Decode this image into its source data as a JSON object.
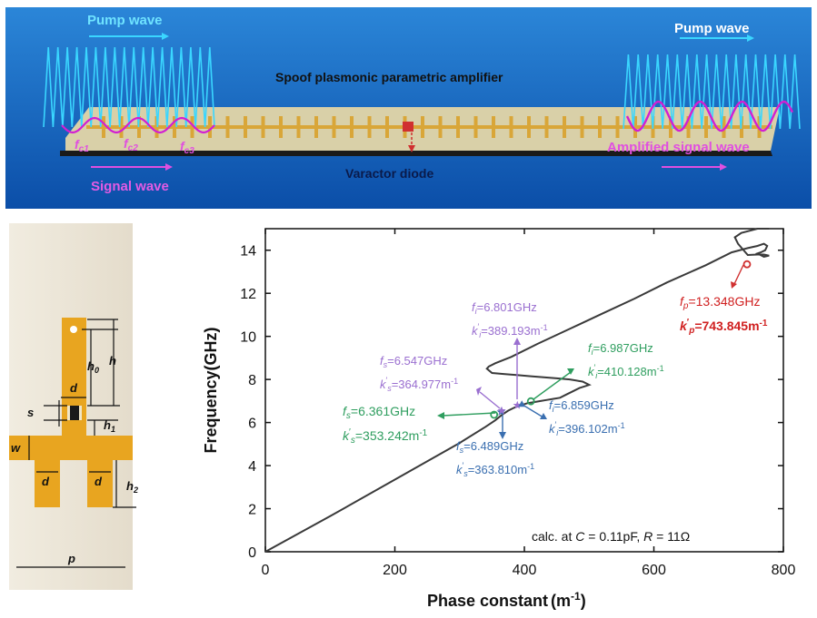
{
  "top_panel": {
    "title": "Spoof plasmonic parametric amplifier",
    "pump_left": "Pump wave",
    "pump_right": "Pump wave",
    "signal_wave": "Signal wave",
    "amplified": "Amplified signal wave",
    "varactor": "Varactor diode",
    "fc1": "c1",
    "fc2": "c2",
    "fc3": "c3",
    "f_letter": "f",
    "colors": {
      "bg_top": "#1d6fc6",
      "bg_bottom": "#0a4da8",
      "pump": "#3ad6ff",
      "signal": "#d21fd2",
      "strip": "#d8cfa6",
      "gold": "#d9a638"
    }
  },
  "unit_cell": {
    "labels": {
      "h0": "h",
      "h0_sub": "0",
      "h": "h",
      "d_top": "d",
      "s": "s",
      "h1": "h",
      "h1_sub": "1",
      "w": "w",
      "d_left": "d",
      "d_right": "d",
      "h2": "h",
      "h2_sub": "2",
      "p": "p"
    }
  },
  "chart_data": {
    "type": "line",
    "xlabel": "Phase constant",
    "xlabel_unit_main": "(m",
    "xlabel_unit_exp": "-1",
    "xlabel_unit_close": ")",
    "ylabel": "Frequency(GHz)",
    "xlim": [
      0,
      800
    ],
    "ylim": [
      0,
      15
    ],
    "xticks": [
      0,
      200,
      400,
      600,
      800
    ],
    "yticks": [
      0,
      2,
      4,
      6,
      8,
      10,
      12,
      14
    ],
    "note_prefix": "calc. at ",
    "note_C": "C",
    "note_mid": " = 0.11pF, ",
    "note_R": "R",
    "note_suffix": " = 11Ω",
    "series": [
      {
        "x": [
          0,
          100,
          200,
          300,
          340,
          355,
          365,
          375,
          385,
          395,
          405,
          415,
          425,
          435,
          445,
          455,
          465,
          475,
          485,
          495,
          500,
          490,
          470,
          450,
          430,
          410,
          390,
          370,
          350,
          342,
          345,
          355,
          380,
          420,
          470,
          520,
          570,
          620,
          680,
          720,
          745,
          760,
          770,
          775,
          772,
          765,
          760,
          770,
          778,
          770,
          760,
          745,
          730,
          725,
          735,
          760,
          778
        ],
        "y": [
          0,
          1.65,
          3.35,
          5.05,
          5.8,
          6.1,
          6.35,
          6.55,
          6.7,
          6.8,
          6.9,
          6.95,
          7.0,
          7.05,
          7.1,
          7.15,
          7.3,
          7.45,
          7.6,
          7.7,
          7.75,
          7.9,
          8.0,
          8.05,
          8.1,
          8.15,
          8.2,
          8.25,
          8.3,
          8.5,
          8.6,
          8.75,
          9.05,
          9.65,
          10.35,
          11.05,
          11.75,
          12.5,
          13.3,
          13.9,
          14.1,
          14.2,
          14.3,
          14.2,
          14.0,
          13.9,
          13.85,
          13.7,
          13.75,
          13.8,
          13.8,
          13.78,
          14.3,
          14.6,
          14.8,
          15.0,
          15.0
        ]
      }
    ],
    "markers": [
      {
        "name": "fs1",
        "x": 353.242,
        "y": 6.361,
        "color": "#2f9e5f",
        "shape": "circle"
      },
      {
        "name": "fs2",
        "x": 363.81,
        "y": 6.489,
        "color": "#3a6fb0",
        "shape": "star"
      },
      {
        "name": "fs3",
        "x": 364.977,
        "y": 6.547,
        "color": "#9a6fd0",
        "shape": "star"
      },
      {
        "name": "fi1",
        "x": 389.193,
        "y": 6.801,
        "color": "#9a6fd0",
        "shape": "star"
      },
      {
        "name": "fi2",
        "x": 396.102,
        "y": 6.859,
        "color": "#3a6fb0",
        "shape": "triangle"
      },
      {
        "name": "fi3",
        "x": 410.128,
        "y": 6.987,
        "color": "#2f9e5f",
        "shape": "circle"
      },
      {
        "name": "fp",
        "x": 743.845,
        "y": 13.348,
        "color": "#d03030",
        "shape": "circle"
      }
    ],
    "annotations": [
      {
        "name": "fi-6801",
        "color": "#9a6fd0",
        "f_sub": "i",
        "f_val": "=6.801GHz",
        "k_sub": "i",
        "k_val": "=389.193m",
        "exp": "-1"
      },
      {
        "name": "fs-6547",
        "color": "#9a6fd0",
        "f_sub": "s",
        "f_val": "=6.547GHz",
        "k_sub": "s",
        "k_val": "=364.977m",
        "exp": "-1"
      },
      {
        "name": "fs-6361",
        "color": "#2f9e5f",
        "f_sub": "s",
        "f_val": "=6.361GHz",
        "k_sub": "s",
        "k_val": "=353.242m",
        "exp": "-1"
      },
      {
        "name": "fi-6987",
        "color": "#2f9e5f",
        "f_sub": "i",
        "f_val": "=6.987GHz",
        "k_sub": "i",
        "k_val": "=410.128m",
        "exp": "-1"
      },
      {
        "name": "fi-6859",
        "color": "#3a6fb0",
        "f_sub": "i",
        "f_val": "=6.859GHz",
        "k_sub": "i",
        "k_val": "=396.102m",
        "exp": "-1"
      },
      {
        "name": "fs-6489",
        "color": "#3a6fb0",
        "f_sub": "s",
        "f_val": "=6.489GHz",
        "k_sub": "s",
        "k_val": "=363.810m",
        "exp": "-1"
      },
      {
        "name": "fp-13348",
        "color": "#d02020",
        "f_sub": "p",
        "f_val": "=13.348GHz",
        "k_sub": "p",
        "k_val": "=743.845m",
        "exp": "-1"
      }
    ]
  }
}
